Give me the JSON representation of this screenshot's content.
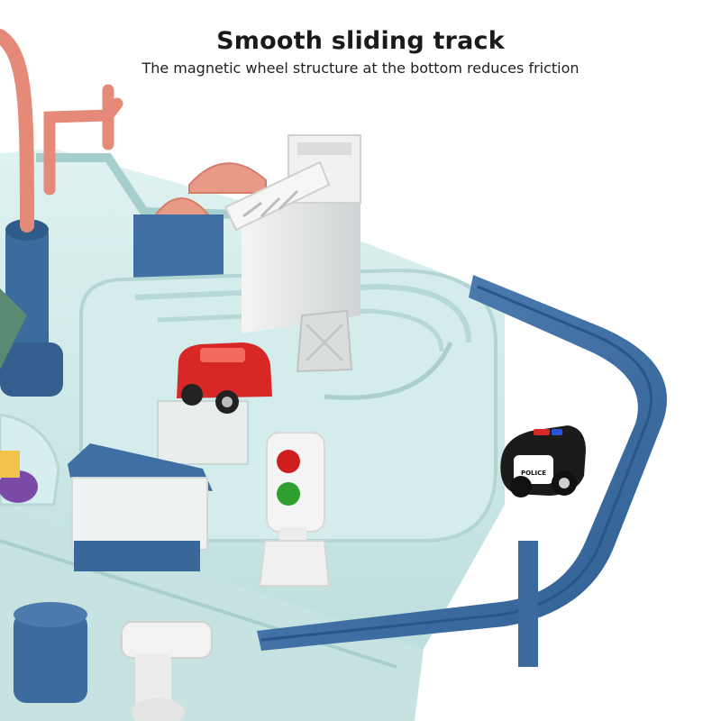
{
  "headline": {
    "title": "Smooth sliding track",
    "subtitle": "The magnetic wheel structure at the bottom reduces friction"
  },
  "product_photo": {
    "car_badge_text": "POLICE",
    "colors": {
      "background": "#ffffff",
      "mint_plastic": "#cfe9e8",
      "blue_track": "#3f6fa3",
      "salmon_pipes": "#e58a78",
      "red_car": "#d72826",
      "white_crane": "#eeeeee",
      "police_car": "#1b1b1b",
      "signal_red": "#d01e1e",
      "signal_green": "#2fa02f"
    }
  }
}
